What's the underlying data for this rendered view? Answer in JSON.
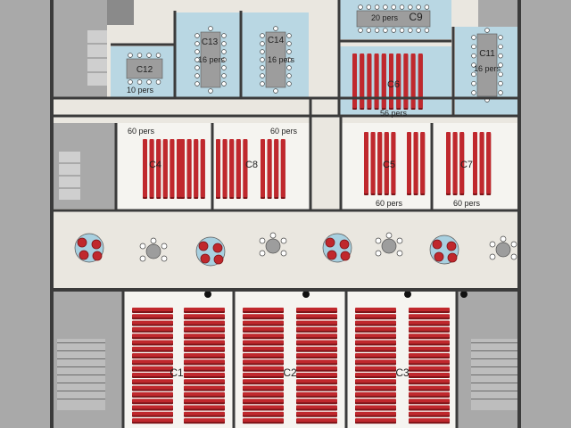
{
  "rooms": {
    "c1": {
      "label": "C1"
    },
    "c2": {
      "label": "C2"
    },
    "c3": {
      "label": "C3"
    },
    "c4": {
      "label": "C4",
      "capacity": "60 pers"
    },
    "c5": {
      "label": "C5",
      "capacity": "60 pers"
    },
    "c6": {
      "label": "C6",
      "capacity": "56 pers"
    },
    "c7": {
      "label": "C7",
      "capacity": "60 pers"
    },
    "c8": {
      "label": "C8",
      "capacity": "60 pers"
    },
    "c9": {
      "label": "C9",
      "capacity": "20 pers"
    },
    "c11": {
      "label": "C11",
      "capacity": "16 pers"
    },
    "c12": {
      "label": "C12",
      "capacity": "10 pers"
    },
    "c13": {
      "label": "C13",
      "capacity": "16 pers"
    },
    "c14": {
      "label": "C14",
      "capacity": "16 pers"
    }
  },
  "colors": {
    "wall": "#3b3b3b",
    "floor": "#eae7e0",
    "room_light": "#f5f4f0",
    "meeting_room": "#b9d7e3",
    "service": "#a9a9a9",
    "service_dark": "#8a8a8a",
    "seat": "#c0282d",
    "seat_shadow": "#7e1418",
    "lounge_table": "#a8d0e0",
    "table_grey": "#9d9d9d"
  }
}
